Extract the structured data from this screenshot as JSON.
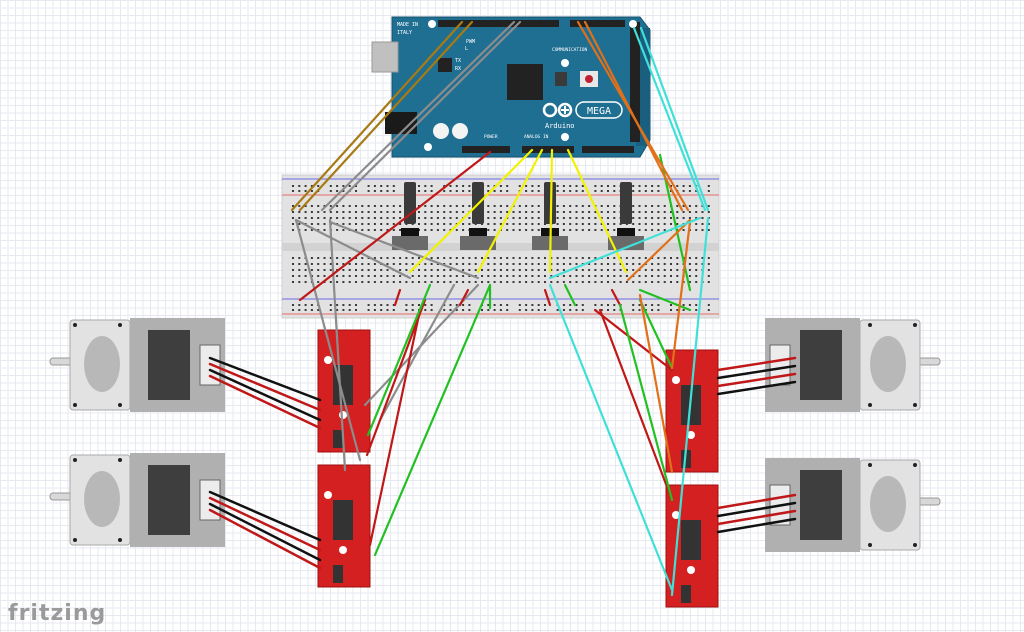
{
  "app": {
    "logo": "fritzing"
  },
  "arduino": {
    "maker_line1": "MADE IN",
    "maker_line2": "ITALY",
    "brand": "Arduino",
    "model": "MEGA",
    "labels": {
      "pwm": "PWM",
      "communication": "COMMUNICATION",
      "power": "POWER",
      "analog_in": "ANALOG IN",
      "tx": "TX",
      "rx": "RX",
      "l": "L"
    },
    "color": "#1f6f93"
  },
  "breadboard": {
    "potentiometers": 4
  },
  "drivers": {
    "count": 4,
    "color": "#d42020"
  },
  "motors": {
    "count": 4
  },
  "wire_colors": {
    "brown": "#a87a14",
    "gray": "#8c8c8c",
    "red": "#c01818",
    "yellow": "#f2f200",
    "green": "#22c022",
    "orange": "#e0701a",
    "cyan": "#40e0d8",
    "black": "#111111"
  }
}
